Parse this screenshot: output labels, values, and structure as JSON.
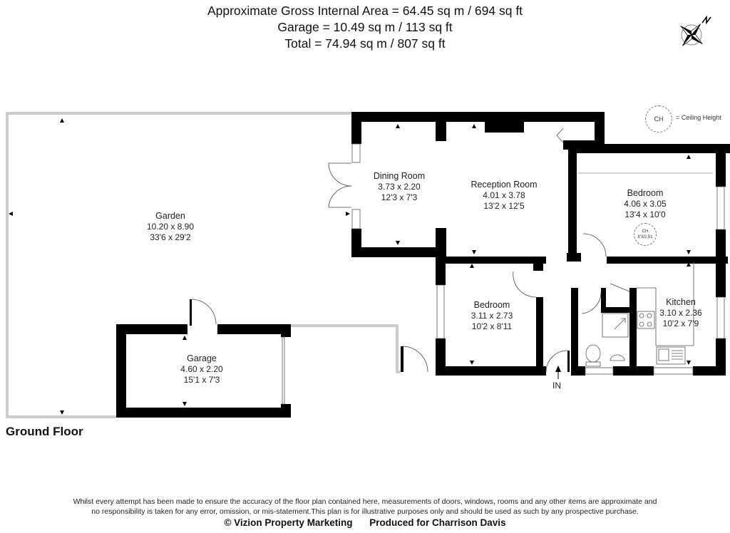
{
  "header": {
    "gross_internal_area": "Approximate Gross Internal Area = 64.45 sq m / 694 sq ft",
    "garage_area": "Garage = 10.49 sq m / 113 sq ft",
    "total_area": "Total = 74.94 sq m / 807 sq ft"
  },
  "compass": {
    "icon": "compass-rose-icon",
    "north_label": "N"
  },
  "legend": {
    "symbol": "CH",
    "meaning": "= Ceiling Height"
  },
  "floor_title": "Ground Floor",
  "rooms": [
    {
      "id": "garden",
      "name": "Garden",
      "metric": "10.20 x 8.90",
      "imperial": "33'6 x 29'2"
    },
    {
      "id": "dining-room",
      "name": "Dining Room",
      "metric": "3.73 x 2.20",
      "imperial": "12'3 x 7'3"
    },
    {
      "id": "reception-room",
      "name": "Reception Room",
      "metric": "4.01 x 3.78",
      "imperial": "13'2 x 12'5"
    },
    {
      "id": "bedroom-1",
      "name": "Bedroom",
      "metric": "4.06 x 3.05",
      "imperial": "13'4 x 10'0"
    },
    {
      "id": "bedroom-2",
      "name": "Bedroom",
      "metric": "3.11 x 2.73",
      "imperial": "10'2 x 8'11"
    },
    {
      "id": "kitchen",
      "name": "Kitchen",
      "metric": "3.10 x 2.36",
      "imperial": "10'2 x 7'9"
    },
    {
      "id": "garage",
      "name": "Garage",
      "metric": "4.60 x 2.20",
      "imperial": "15'1 x 7'3"
    }
  ],
  "ceiling_height": {
    "symbol": "CH",
    "value": "8'3/2.51"
  },
  "entrance_label": "IN",
  "footer": {
    "disclaimer_line1": "Whilst every attempt has been made to ensure the accuracy of the floor plan contained here, measurements of doors, windows, rooms and any other items are approximate and",
    "disclaimer_line2": "no responsibility is taken for any error, omission, or mis-statement.This plan is for illustrative purposes only and should be used as such by any prospective purchase.",
    "copyright": "© Vizion Property Marketing",
    "produced_for": "Produced for Charrison Davis"
  },
  "colors": {
    "wall": "#000000",
    "boundary": "#9a9a9a",
    "text": "#222222",
    "background": "#ffffff"
  }
}
